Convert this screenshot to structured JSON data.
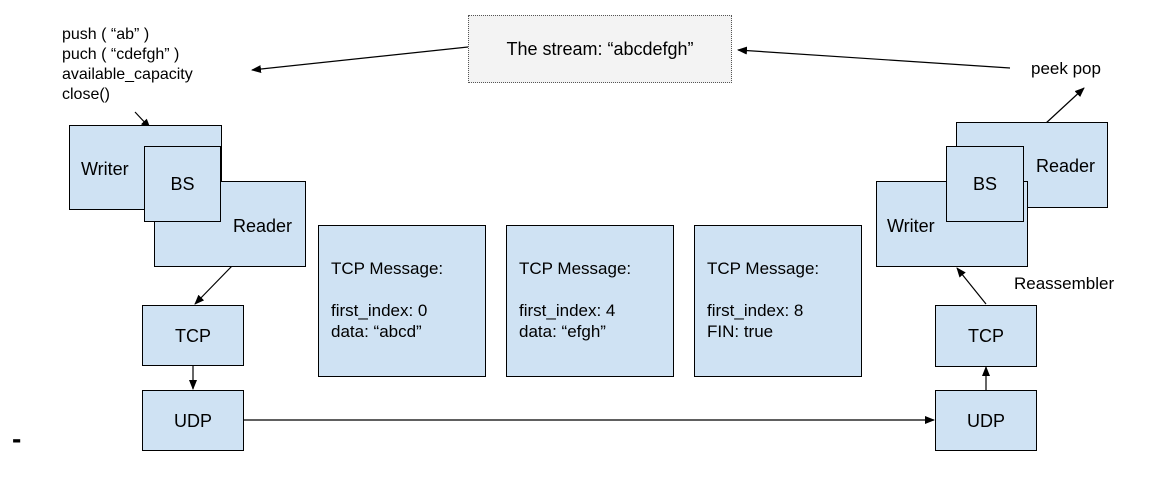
{
  "colors": {
    "box_fill": "#cfe2f3",
    "stroke": "#000000",
    "stream_fill": "#f3f3f3"
  },
  "stream": {
    "label": "The stream: “abcdefgh”"
  },
  "left": {
    "ops": [
      "push ( “ab” )",
      "puch ( “cdefgh” )",
      "available_capacity",
      "close()"
    ],
    "writer": "Writer",
    "bs": "BS",
    "reader": "Reader",
    "tcp": "TCP",
    "udp": "UDP"
  },
  "right": {
    "ops": "peek pop",
    "reader": "Reader",
    "bs": "BS",
    "writer": "Writer",
    "reassembler": "Reassembler",
    "tcp": "TCP",
    "udp": "UDP"
  },
  "messages": [
    {
      "title": "TCP Message:",
      "line1": "first_index: 0",
      "line2": "data: “abcd”"
    },
    {
      "title": "TCP Message:",
      "line1": "first_index: 4",
      "line2": "data: “efgh”"
    },
    {
      "title": "TCP Message:",
      "line1": "first_index: 8",
      "line2": "FIN: true"
    }
  ],
  "page_mark": "-"
}
